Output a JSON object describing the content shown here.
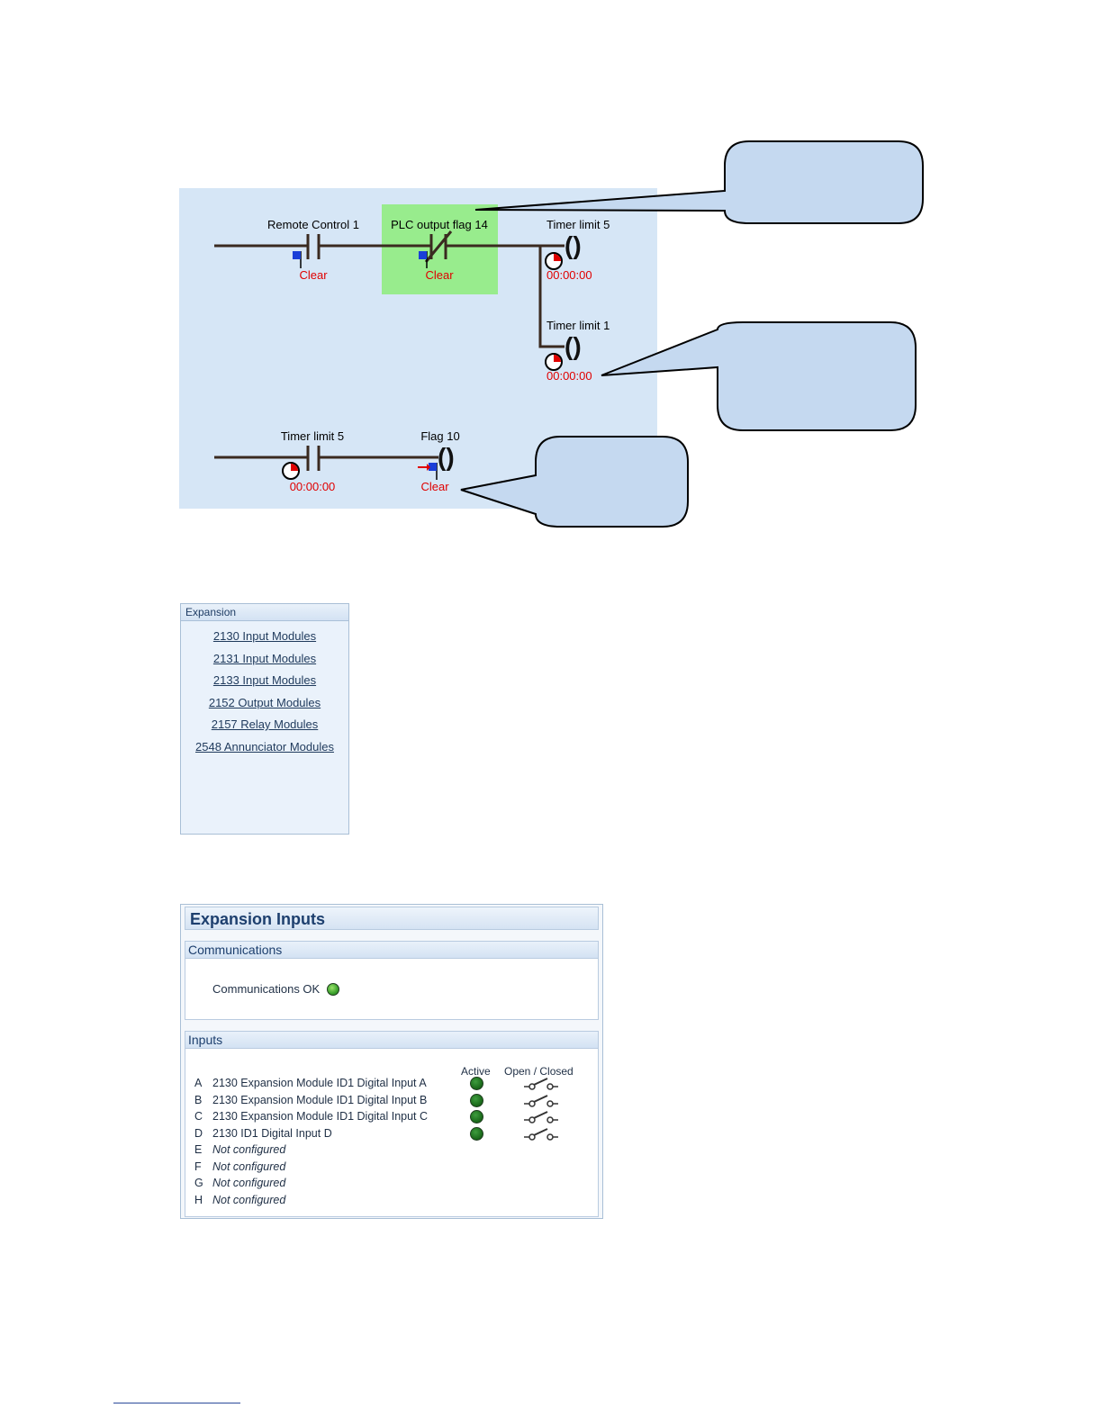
{
  "ladder": {
    "rung1": {
      "contact1": {
        "label": "Remote Control 1",
        "status": "Clear"
      },
      "contact2": {
        "label": "PLC output flag 14",
        "status": "Clear"
      },
      "coil1": {
        "label": "Timer limit 5",
        "status": "00:00:00"
      },
      "coil2": {
        "label": "Timer limit 1",
        "status": "00:00:00"
      }
    },
    "rung2": {
      "contact1": {
        "label": "Timer limit 5",
        "status": "00:00:00"
      },
      "coil1": {
        "label": "Flag 10",
        "status": "Clear"
      }
    }
  },
  "expansion": {
    "header": "Expansion",
    "links": [
      "2130 Input Modules",
      "2131 Input Modules",
      "2133 Input Modules",
      "2152 Output Modules",
      "2157 Relay Modules",
      "2548 Annunciator Modules"
    ]
  },
  "expansion_inputs": {
    "title": "Expansion Inputs",
    "communications": {
      "header": "Communications",
      "status_label": "Communications OK"
    },
    "inputs": {
      "header": "Inputs",
      "col_active": "Active",
      "col_open_closed": "Open / Closed",
      "rows": [
        {
          "letter": "A",
          "name": "2130 Expansion Module ID1 Digital Input A"
        },
        {
          "letter": "B",
          "name": "2130 Expansion Module ID1 Digital Input B"
        },
        {
          "letter": "C",
          "name": "2130 Expansion Module ID1 Digital Input C"
        },
        {
          "letter": "D",
          "name": "2130 ID1 Digital Input D"
        },
        {
          "letter": "E",
          "name": "Not configured"
        },
        {
          "letter": "F",
          "name": "Not configured"
        },
        {
          "letter": "G",
          "name": "Not configured"
        },
        {
          "letter": "H",
          "name": "Not configured"
        }
      ]
    }
  },
  "colors": {
    "diagram_bg": "#d6e6f6",
    "highlight": "#98ec8d",
    "callout_fill": "#c5d9f0",
    "status_red": "#e00000",
    "flag_blue": "#1a3ed8"
  }
}
